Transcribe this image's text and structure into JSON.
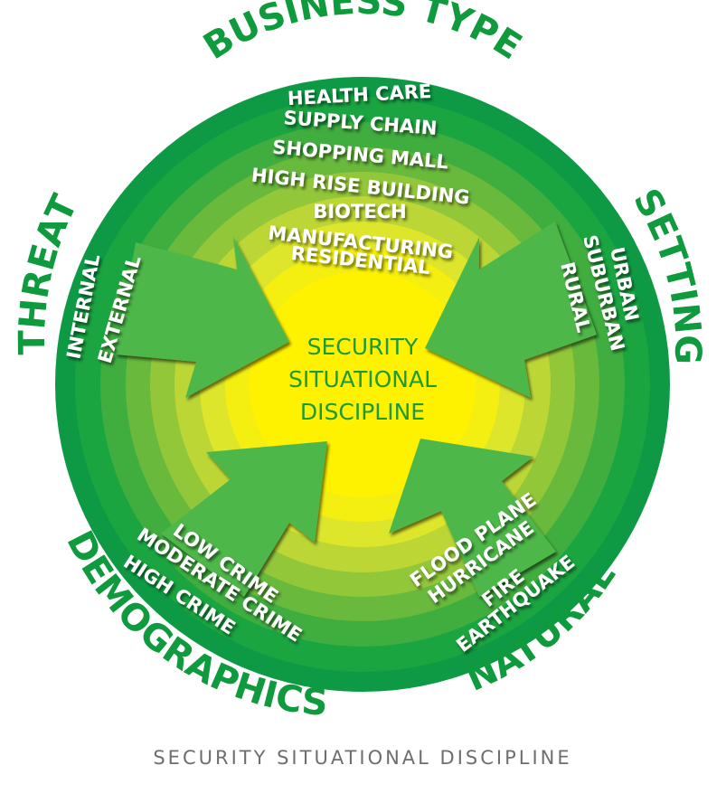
{
  "center": {
    "line1": "SECURITY",
    "line2": "SITUATIONAL",
    "line3": "DISCIPLINE"
  },
  "categories": {
    "business_type": {
      "title": "BUSINESS TYPE",
      "items": [
        "HEALTH CARE",
        "SUPPLY CHAIN",
        "SHOPPING MALL",
        "HIGH RISE BUILDING",
        "BIOTECH",
        "MANUFACTURING",
        "RESIDENTIAL"
      ]
    },
    "setting": {
      "title": "SETTING",
      "items": [
        "URBAN",
        "SUBURBAN",
        "RURAL"
      ]
    },
    "threat": {
      "title": "THREAT",
      "items": [
        "INTERNAL",
        "EXTERNAL"
      ]
    },
    "demographics": {
      "title": "DEMOGRAPHICS",
      "items": [
        "LOW CRIME",
        "MODERATE CRIME",
        "HIGH CRIME"
      ]
    },
    "natural": {
      "title": "NATURAL",
      "items": [
        "FLOOD PLANE",
        "HURRICANE",
        "FIRE",
        "EARTHQUAKE"
      ]
    }
  },
  "caption": "SECURITY SITUATIONAL DISCIPLINE",
  "colors": {
    "outer_green": "#0e9a44",
    "rings": [
      "#1aa541",
      "#40ad3f",
      "#68b93c",
      "#93c73a",
      "#bcd636",
      "#dde62a",
      "#f4ef10"
    ],
    "center_yellow": "#fff200",
    "arrow": "#4db848",
    "label_green": "#0f9a3d",
    "caption_gray": "#6d6e71"
  }
}
